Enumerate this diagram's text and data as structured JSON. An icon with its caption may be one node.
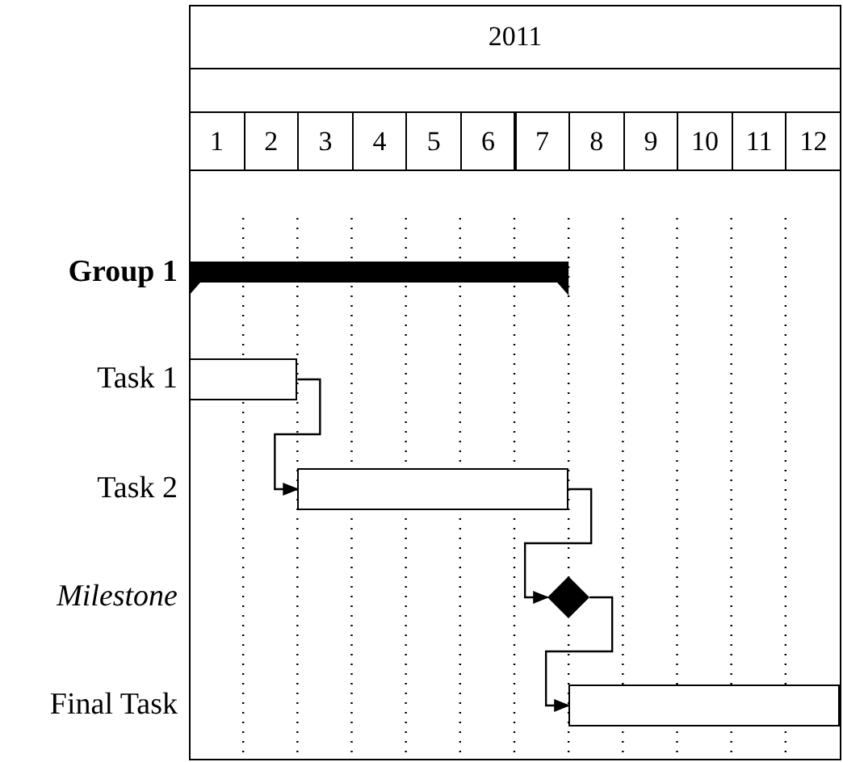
{
  "diagram": {
    "nodes": [
      {
        "text": [],
        "shape": "bar"
      },
      {
        "text": [],
        "shape": "bar"
      },
      {
        "text": [],
        "shape": "bar"
      },
      {
        "text": [],
        "shape": "diamond"
      },
      {
        "text": [],
        "shape": "bar"
      }
    ],
    "edges": [
      {
        "from": 1,
        "to": 2,
        "arrow": "to"
      },
      {
        "from": 2,
        "to": 3,
        "arrow": "to"
      },
      {
        "from": 3,
        "to": 4,
        "arrow": "to"
      }
    ],
    "labels": [
      "2011",
      "1",
      "2",
      "3",
      "4",
      "5",
      "6",
      "7",
      "8",
      "9",
      "10",
      "11",
      "12",
      "Group 1",
      "Task 1",
      "Task 2",
      "Milestone",
      "Final Task"
    ]
  }
}
